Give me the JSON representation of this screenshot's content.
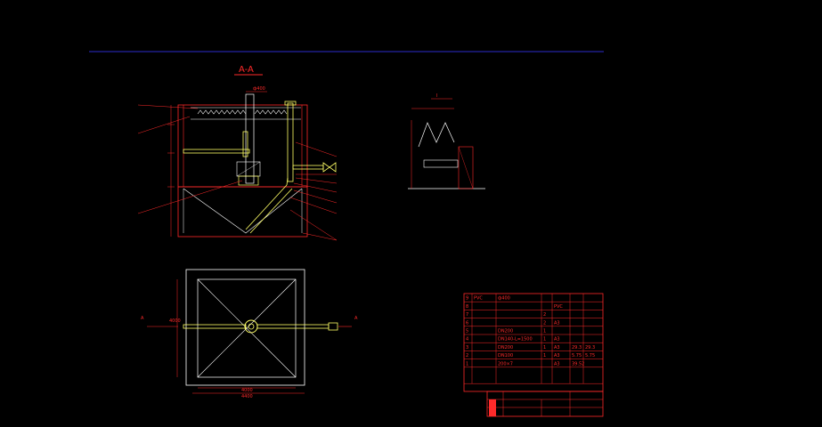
{
  "section_title": "A-A",
  "detail_label": "I",
  "plan_cut_left": "A",
  "plan_cut_right": "A",
  "dim_top_section": "ф400",
  "dim_plan_bottom_inner": "4000",
  "dim_plan_bottom_outer": "4400",
  "dim_plan_left": "4000",
  "bom_rows": [
    {
      "no": "9",
      "name": "PVC",
      "spec": "ф400",
      "qty": "",
      "mat": "",
      "w1": "",
      "w2": ""
    },
    {
      "no": "8",
      "name": "",
      "spec": "",
      "qty": "",
      "mat": "PVC",
      "w1": "",
      "w2": ""
    },
    {
      "no": "7",
      "name": "",
      "spec": "",
      "qty": "2",
      "mat": "",
      "w1": "",
      "w2": ""
    },
    {
      "no": "6",
      "name": "",
      "spec": "",
      "qty": "2",
      "mat": "A3",
      "w1": "",
      "w2": ""
    },
    {
      "no": "5",
      "name": "",
      "spec": "DN200",
      "qty": "1",
      "mat": "",
      "w1": "",
      "w2": ""
    },
    {
      "no": "4",
      "name": "",
      "spec": "DN140-L=1500",
      "qty": "1",
      "mat": "A3",
      "w1": "",
      "w2": ""
    },
    {
      "no": "3",
      "name": "",
      "spec": "DN200",
      "qty": "1",
      "mat": "A3",
      "w1": "29.3",
      "w2": "29.3"
    },
    {
      "no": "2",
      "name": "",
      "spec": "DN100",
      "qty": "1",
      "mat": "A3",
      "w1": "5.75",
      "w2": "5.75"
    },
    {
      "no": "1",
      "name": "",
      "spec": "200×7",
      "qty": "",
      "mat": "A3",
      "w1": "39.52",
      "w2": ""
    }
  ],
  "colors": {
    "line": "#ff2a2a",
    "pipe": "#ffff66",
    "outline": "#ffffff",
    "border": "#2b2bcc"
  }
}
